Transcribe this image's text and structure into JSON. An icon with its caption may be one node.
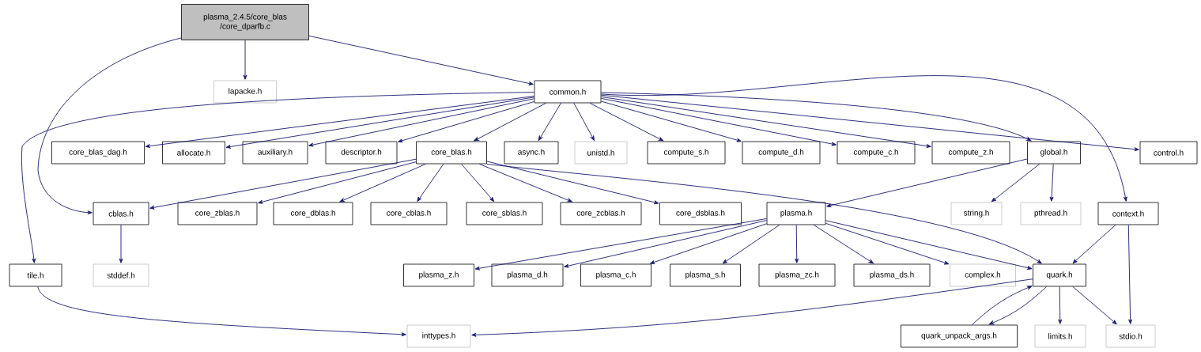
{
  "diagram": {
    "nodes": [
      {
        "text": [
          "plasma_2.4.5/core_blas /core_dparfb.c"
        ]
      },
      {
        "text": [
          "lapacke.h"
        ]
      },
      {
        "text": [
          "common.h"
        ]
      },
      {
        "text": [
          "tile.h"
        ]
      },
      {
        "text": [
          "core_blas_dag.h"
        ]
      },
      {
        "text": [
          "allocate.h"
        ]
      },
      {
        "text": [
          "auxiliary.h"
        ]
      },
      {
        "text": [
          "descriptor.h"
        ]
      },
      {
        "text": [
          "core_blas.h"
        ]
      },
      {
        "text": [
          "async.h"
        ]
      },
      {
        "text": [
          "unistd.h"
        ]
      },
      {
        "text": [
          "compute_s.h"
        ]
      },
      {
        "text": [
          "compute_d.h"
        ]
      },
      {
        "text": [
          "compute_c.h"
        ]
      },
      {
        "text": [
          "compute_z.h"
        ]
      },
      {
        "text": [
          "global.h"
        ]
      },
      {
        "text": [
          "control.h"
        ]
      },
      {
        "text": [
          "cblas.h"
        ]
      },
      {
        "text": [
          "core_zblas.h"
        ]
      },
      {
        "text": [
          "core_dblas.h"
        ]
      },
      {
        "text": [
          "core_cblas.h"
        ]
      },
      {
        "text": [
          "core_sblas.h"
        ]
      },
      {
        "text": [
          "core_zcblas.h"
        ]
      },
      {
        "text": [
          "core_dsblas.h"
        ]
      },
      {
        "text": [
          "string.h"
        ]
      },
      {
        "text": [
          "pthread.h"
        ]
      },
      {
        "text": [
          "context.h"
        ]
      },
      {
        "text": [
          "stddef.h"
        ]
      },
      {
        "text": [
          "plasma.h"
        ]
      },
      {
        "text": [
          "plasma_z.h"
        ]
      },
      {
        "text": [
          "plasma_d.h"
        ]
      },
      {
        "text": [
          "plasma_c.h"
        ]
      },
      {
        "text": [
          "plasma_s.h"
        ]
      },
      {
        "text": [
          "plasma_zc.h"
        ]
      },
      {
        "text": [
          "plasma_ds.h"
        ]
      },
      {
        "text": [
          "complex.h"
        ]
      },
      {
        "text": [
          "quark.h"
        ]
      },
      {
        "text": [
          "quark_unpack_args.h"
        ]
      },
      {
        "text": [
          "limits.h"
        ]
      },
      {
        "text": [
          "stdio.h"
        ]
      },
      {
        "text": [
          "inttypes.h"
        ]
      }
    ],
    "edges": [
      {
        "from": 0,
        "to": 1,
        "arrow": "to"
      },
      {
        "from": 0,
        "to": 2,
        "arrow": "to"
      },
      {
        "from": 0,
        "to": 17,
        "arrow": "to"
      },
      {
        "from": 2,
        "to": 3,
        "arrow": "to"
      },
      {
        "from": 2,
        "to": 4,
        "arrow": "to"
      },
      {
        "from": 2,
        "to": 5,
        "arrow": "to"
      },
      {
        "from": 2,
        "to": 6,
        "arrow": "to"
      },
      {
        "from": 2,
        "to": 7,
        "arrow": "to"
      },
      {
        "from": 2,
        "to": 8,
        "arrow": "to"
      },
      {
        "from": 2,
        "to": 9,
        "arrow": "to"
      },
      {
        "from": 2,
        "to": 10,
        "arrow": "to"
      },
      {
        "from": 2,
        "to": 11,
        "arrow": "to"
      },
      {
        "from": 2,
        "to": 12,
        "arrow": "to"
      },
      {
        "from": 2,
        "to": 13,
        "arrow": "to"
      },
      {
        "from": 2,
        "to": 14,
        "arrow": "to"
      },
      {
        "from": 2,
        "to": 15,
        "arrow": "to"
      },
      {
        "from": 2,
        "to": 26,
        "arrow": "to"
      },
      {
        "from": 2,
        "to": 16,
        "arrow": "to"
      },
      {
        "from": 8,
        "to": 17,
        "arrow": "to"
      },
      {
        "from": 8,
        "to": 18,
        "arrow": "to"
      },
      {
        "from": 8,
        "to": 19,
        "arrow": "to"
      },
      {
        "from": 8,
        "to": 20,
        "arrow": "to"
      },
      {
        "from": 8,
        "to": 21,
        "arrow": "to"
      },
      {
        "from": 8,
        "to": 22,
        "arrow": "to"
      },
      {
        "from": 8,
        "to": 23,
        "arrow": "to"
      },
      {
        "from": 8,
        "to": 36,
        "arrow": "to"
      },
      {
        "from": 15,
        "to": 28,
        "arrow": "to"
      },
      {
        "from": 15,
        "to": 24,
        "arrow": "to"
      },
      {
        "from": 15,
        "to": 25,
        "arrow": "to"
      },
      {
        "from": 17,
        "to": 27,
        "arrow": "to"
      },
      {
        "from": 3,
        "to": 40,
        "arrow": "to"
      },
      {
        "from": 28,
        "to": 29,
        "arrow": "to"
      },
      {
        "from": 28,
        "to": 30,
        "arrow": "to"
      },
      {
        "from": 28,
        "to": 31,
        "arrow": "to"
      },
      {
        "from": 28,
        "to": 32,
        "arrow": "to"
      },
      {
        "from": 28,
        "to": 33,
        "arrow": "to"
      },
      {
        "from": 28,
        "to": 34,
        "arrow": "to"
      },
      {
        "from": 28,
        "to": 35,
        "arrow": "to"
      },
      {
        "from": 28,
        "to": 36,
        "arrow": "to"
      },
      {
        "from": 26,
        "to": 36,
        "arrow": "to"
      },
      {
        "from": 26,
        "to": 39,
        "arrow": "to"
      },
      {
        "from": 36,
        "to": 40,
        "arrow": "to"
      },
      {
        "from": 36,
        "to": 37,
        "arrow": "to"
      },
      {
        "from": 37,
        "to": 36,
        "arrow": "to"
      },
      {
        "from": 36,
        "to": 38,
        "arrow": "to"
      },
      {
        "from": 36,
        "to": 39,
        "arrow": "to"
      }
    ]
  }
}
